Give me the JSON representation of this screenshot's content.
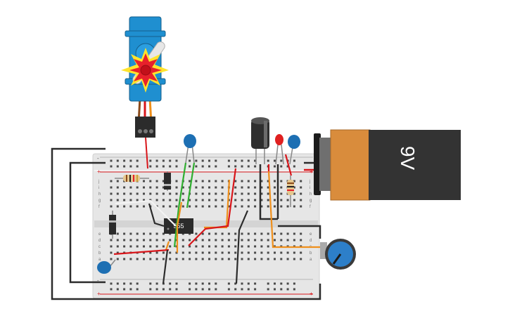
{
  "circuit": {
    "ic_label": "555",
    "battery_label": "9V",
    "breadboard": {
      "row_letters_top": [
        "j",
        "i",
        "h",
        "g",
        "f"
      ],
      "row_letters_bottom": [
        "e",
        "d",
        "c",
        "b",
        "a"
      ],
      "column_count": 30,
      "rail_plus": "+",
      "rail_minus": "-"
    },
    "colors": {
      "board": "#e6e6e6",
      "wire_black": "#2b2b2b",
      "wire_red": "#d8161b",
      "wire_green": "#2fae2f",
      "wire_orange": "#ef8f1b",
      "battery_body": "#d98c3c",
      "battery_cap": "#333333",
      "servo_body": "#1f8fd0",
      "capacitor_blue": "#1d6fb3",
      "pot_blue": "#2d7fc9",
      "spark_red": "#e8212b",
      "spark_yellow": "#ffe42c",
      "led_red": "#e02020"
    },
    "components": [
      "servo-motor",
      "9v-battery",
      "555-timer",
      "potentiometer",
      "electrolytic-capacitor",
      "ceramic-capacitor",
      "led",
      "resistor",
      "diode"
    ]
  }
}
